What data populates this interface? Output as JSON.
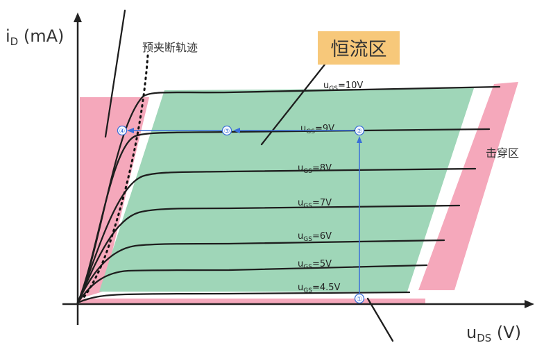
{
  "axes": {
    "y_main": "i",
    "y_sub": "D",
    "y_unit": " (mA)",
    "x_main": "u",
    "x_sub": "DS",
    "x_unit": " (V)"
  },
  "regions": {
    "constant_current": "恒流区",
    "breakdown": "击穿区",
    "pinchoff_trace": "预夹断轨迹"
  },
  "curves": [
    {
      "prefix": "u",
      "sub": "GS",
      "suffix": "=10V"
    },
    {
      "prefix": "u",
      "sub": "GS",
      "suffix": "=9V"
    },
    {
      "prefix": "u",
      "sub": "GS",
      "suffix": "=8V"
    },
    {
      "prefix": "u",
      "sub": "GS",
      "suffix": "=7V"
    },
    {
      "prefix": "u",
      "sub": "GS",
      "suffix": "=6V"
    },
    {
      "prefix": "u",
      "sub": "GS",
      "suffix": "=5V"
    },
    {
      "prefix": "u",
      "sub": "GS",
      "suffix": "=4.5V"
    }
  ],
  "markers": [
    "①",
    "②",
    "③",
    "④"
  ],
  "colors": {
    "green_region": "#9fd6b8",
    "pink_region": "#f5a8bb",
    "callout_box": "#f7c87a",
    "arrow": "#3a6fd8",
    "curve": "#1e1e1e"
  }
}
